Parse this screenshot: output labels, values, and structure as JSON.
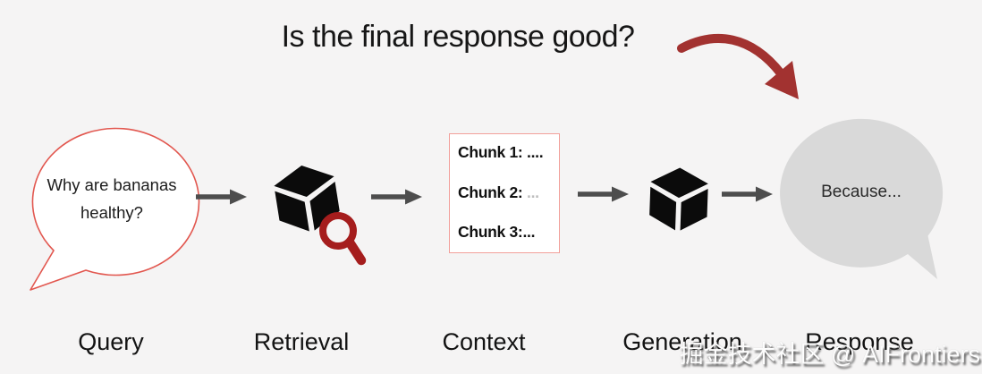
{
  "title": "Is the final response good?",
  "query": {
    "line1": "Why are bananas",
    "line2": "healthy?"
  },
  "context": {
    "chunks": [
      {
        "label": "Chunk 1:",
        "dots": " ...."
      },
      {
        "label": "Chunk 2:",
        "dots": " ..."
      },
      {
        "label": "Chunk 3:",
        "dots": "..."
      }
    ]
  },
  "response": {
    "text": "Because..."
  },
  "labels": {
    "query": "Query",
    "retrieval": "Retrieval",
    "context": "Context",
    "generation": "Generation",
    "response": "Response"
  },
  "watermark": "掘金技术社区 @ AIFrontiers",
  "icons": {
    "retrieval": "cube-with-magnifier",
    "generation": "cube",
    "annotation": "curved-red-arrow",
    "flow": "right-arrow"
  },
  "colors": {
    "background": "#f5f4f4",
    "accent_red": "#a23230",
    "magnifier_red": "#a51d1d",
    "query_bubble_border": "#e2574f",
    "context_box_border": "#f2a09b",
    "flow_arrow_gray": "#4d4d4d",
    "response_bubble_gray": "#d9d9d9",
    "cube_black": "#0b0b0b",
    "muted_dots_gray": "#bdbdbd"
  }
}
